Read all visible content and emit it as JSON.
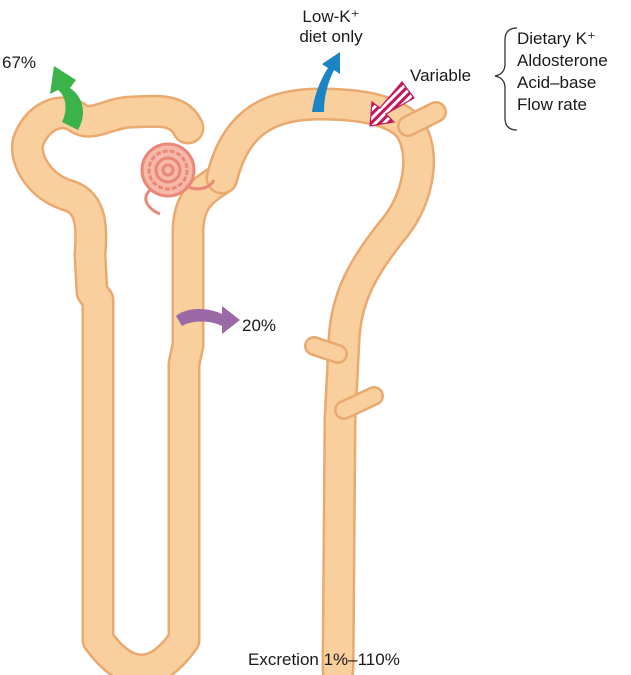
{
  "labels": {
    "proximal_reabsorption": "67%",
    "loop_reabsorption": "20%",
    "low_k_line1": "Low-K⁺",
    "low_k_line2": "diet only",
    "variable": "Variable",
    "excretion": "Excretion 1%–110%"
  },
  "factors": [
    "Dietary K⁺",
    "Aldosterone",
    "Acid–base",
    "Flow rate"
  ],
  "colors": {
    "tubule_fill": "#f9cf9d",
    "tubule_outline": "#e9a96f",
    "glomerulus": "#e98878",
    "arrow_proximal": "#3cb24a",
    "arrow_loop": "#9a69a6",
    "arrow_distal": "#1a84c4",
    "arrow_secretion": "#c2185b"
  },
  "icons": {
    "proximal": "up-curved-arrow",
    "loop": "right-curved-arrow",
    "distal": "up-right-arrow",
    "secretion": "striped-down-left-arrow"
  }
}
